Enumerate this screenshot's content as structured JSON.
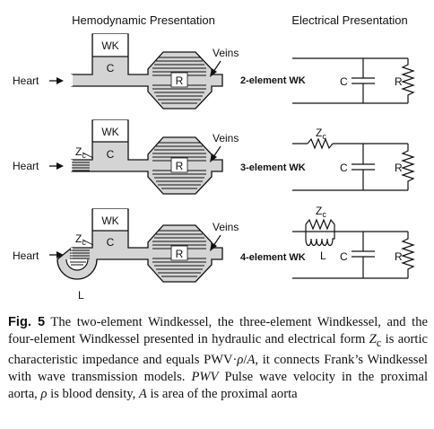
{
  "headers": {
    "hemodynamic": "Hemodynamic Presentation",
    "electrical": "Electrical Presentation"
  },
  "hydraulic_labels": {
    "heart": "Heart",
    "wk": "WK",
    "c": "C",
    "r": "R",
    "veins": "Veins",
    "z": "Z",
    "z_sub": "c",
    "l": "L"
  },
  "models": [
    {
      "name": "2-element WK"
    },
    {
      "name": "3-element WK"
    },
    {
      "name": "4-element WK"
    }
  ],
  "electrical_labels": {
    "c": "C",
    "r": "R",
    "l": "L",
    "z": "Z",
    "z_sub": "c"
  },
  "caption": {
    "fig_label": "Fig. 5",
    "t1": " The two-element Windkessel, the three-element Windkessel, and the four-element Windkessel presented in hydraulic and electrical form ",
    "z": "Z",
    "z_sub": "c",
    "t2": " is aortic characteristic impedance and equals PWV·",
    "rho": "ρ",
    "slash": "/",
    "a": "A",
    "t3": ", it connects Frank’s Windkessel with wave transmission models. ",
    "pwv": "PWV",
    "t4": " Pulse wave velocity in the proximal aorta, ",
    "rho2": "ρ",
    "t5": " is blood density, ",
    "a2": "A",
    "t6": " is area of the proximal aorta"
  }
}
